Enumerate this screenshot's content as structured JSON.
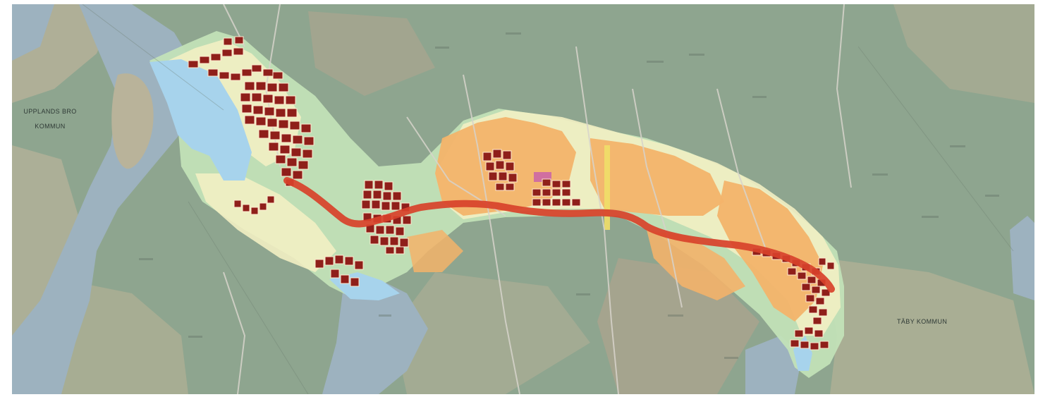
{
  "map": {
    "labels": {
      "upplands_bro_line1": "UPPLANDS BRO",
      "upplands_bro_line2": "KOMMUN",
      "taby": "TÄBY KOMMUN"
    },
    "colors": {
      "water": "#9db2bf",
      "forest": "#7f9a83",
      "open_land": "#b9b49a",
      "corridor_green": "#bfe0b4",
      "corridor_cream": "#f3f0c4",
      "settlement": "#f4b66a",
      "new_development": "#8f1f1a",
      "tram_route": "#d8412a",
      "lake": "#a7d3ec"
    }
  }
}
